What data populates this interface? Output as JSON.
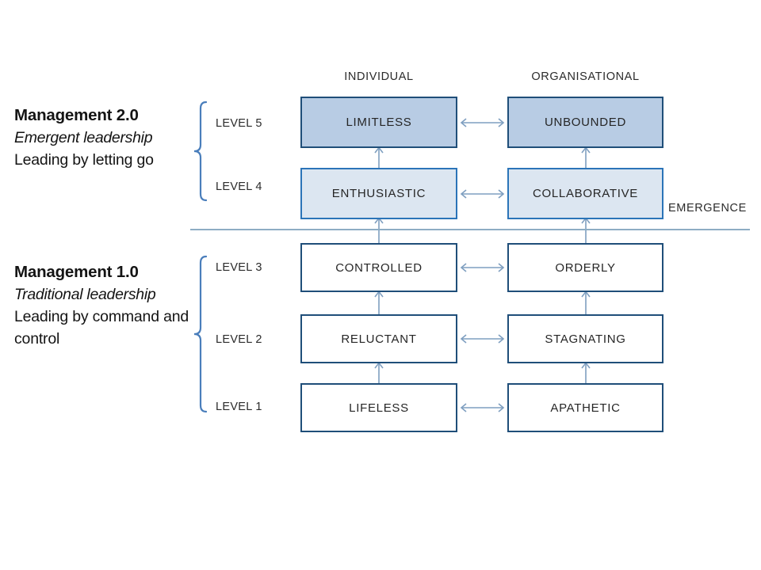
{
  "columns": {
    "left_heading": "INDIVIDUAL",
    "right_heading": "ORGANISATIONAL"
  },
  "emergence": {
    "label": "EMERGENCE",
    "line_color": "#8eadc4"
  },
  "management_blocks": [
    {
      "id": "management-2-0",
      "title": "Management 2.0",
      "subtitle": "Emergent leadership",
      "description": "Leading by letting go"
    },
    {
      "id": "management-1-0",
      "title": "Management 1.0",
      "subtitle": "Traditional leadership",
      "description": "Leading by command and control"
    }
  ],
  "levels": [
    {
      "label": "LEVEL 5",
      "individual": "LIMITLESS",
      "organisational": "UNBOUNDED",
      "fill": "#b8cce4",
      "border": "#1f4e79"
    },
    {
      "label": "LEVEL 4",
      "individual": "ENTHUSIASTIC",
      "organisational": "COLLABORATIVE",
      "fill": "#dce6f1",
      "border": "#2b74b8"
    },
    {
      "label": "LEVEL 3",
      "individual": "CONTROLLED",
      "organisational": "ORDERLY",
      "fill": "#ffffff",
      "border": "#1f4e79"
    },
    {
      "label": "LEVEL 2",
      "individual": "RELUCTANT",
      "organisational": "STAGNATING",
      "fill": "#ffffff",
      "border": "#1f4e79"
    },
    {
      "label": "LEVEL 1",
      "individual": "LIFELESS",
      "organisational": "APATHETIC",
      "fill": "#ffffff",
      "border": "#1f4e79"
    }
  ],
  "connector_color": "#7f9fc0",
  "brace_color": "#4a7ebb"
}
